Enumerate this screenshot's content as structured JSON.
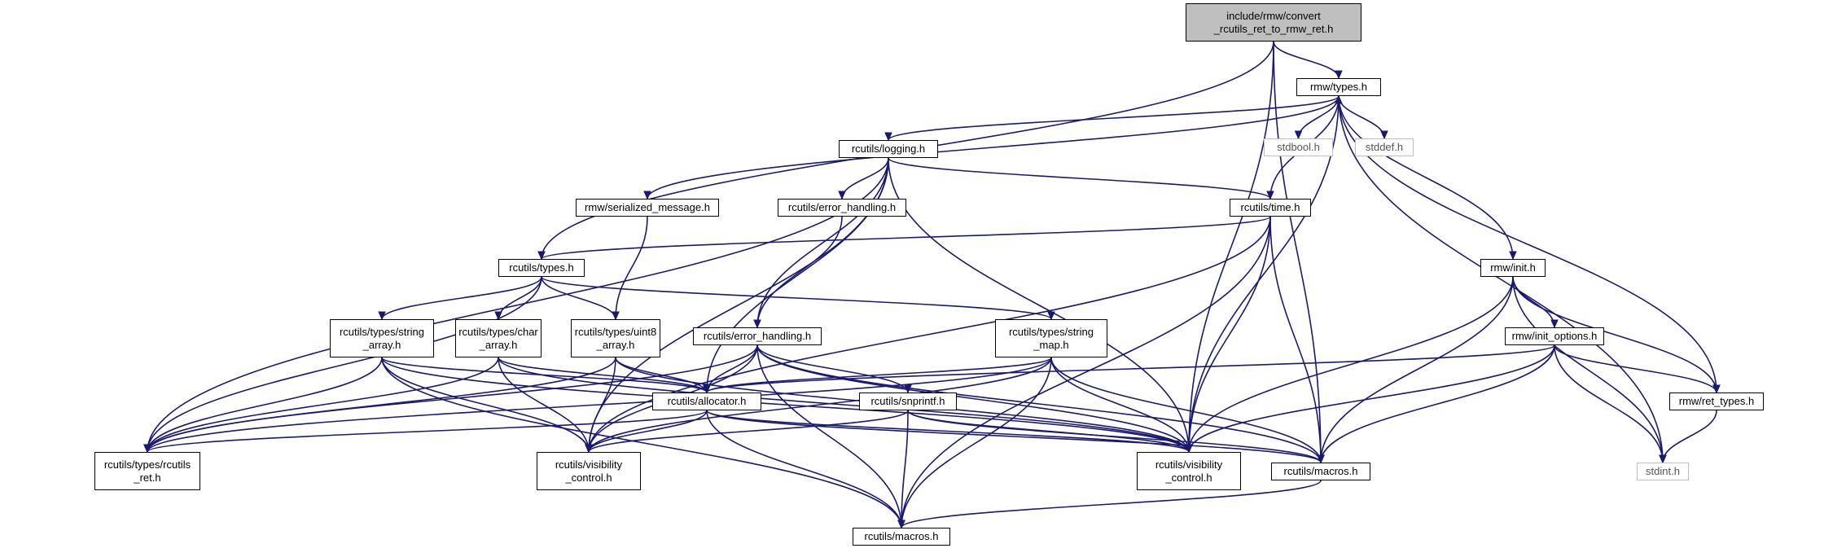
{
  "nodes": [
    {
      "id": "root",
      "label": "include/rmw/convert\n_rcutils_ret_to_rmw_ret.h",
      "kind": "root"
    },
    {
      "id": "rmw_types",
      "label": "rmw/types.h",
      "kind": "file"
    },
    {
      "id": "stdbool",
      "label": "stdbool.h",
      "kind": "external"
    },
    {
      "id": "stddef",
      "label": "stddef.h",
      "kind": "external"
    },
    {
      "id": "rcutils_logging",
      "label": "rcutils/logging.h",
      "kind": "file"
    },
    {
      "id": "rmw_serialized",
      "label": "rmw/serialized_message.h",
      "kind": "file"
    },
    {
      "id": "rcutils_eh1",
      "label": "rcutils/error_handling.h",
      "kind": "file"
    },
    {
      "id": "rcutils_time",
      "label": "rcutils/time.h",
      "kind": "file"
    },
    {
      "id": "rcutils_types",
      "label": "rcutils/types.h",
      "kind": "file"
    },
    {
      "id": "rmw_init",
      "label": "rmw/init.h",
      "kind": "file"
    },
    {
      "id": "string_array",
      "label": "rcutils/types/string\n_array.h",
      "kind": "file"
    },
    {
      "id": "char_array",
      "label": "rcutils/types/char\n_array.h",
      "kind": "file"
    },
    {
      "id": "uint8_array",
      "label": "rcutils/types/uint8\n_array.h",
      "kind": "file"
    },
    {
      "id": "rcutils_eh2",
      "label": "rcutils/error_handling.h",
      "kind": "file"
    },
    {
      "id": "string_map",
      "label": "rcutils/types/string\n_map.h",
      "kind": "file"
    },
    {
      "id": "init_options",
      "label": "rmw/init_options.h",
      "kind": "file"
    },
    {
      "id": "allocator",
      "label": "rcutils/allocator.h",
      "kind": "file"
    },
    {
      "id": "snprintf",
      "label": "rcutils/snprintf.h",
      "kind": "file"
    },
    {
      "id": "ret_types",
      "label": "rmw/ret_types.h",
      "kind": "file"
    },
    {
      "id": "rcutils_ret",
      "label": "rcutils/types/rcutils\n_ret.h",
      "kind": "file"
    },
    {
      "id": "vis1",
      "label": "rcutils/visibility\n_control.h",
      "kind": "file"
    },
    {
      "id": "vis2",
      "label": "rcutils/visibility\n_control.h",
      "kind": "file"
    },
    {
      "id": "macros_mid",
      "label": "rcutils/macros.h",
      "kind": "file"
    },
    {
      "id": "stdint",
      "label": "stdint.h",
      "kind": "external"
    },
    {
      "id": "macros_bot",
      "label": "rcutils/macros.h",
      "kind": "file"
    }
  ],
  "edges": [
    [
      "root",
      "rmw_types"
    ],
    [
      "root",
      "rcutils_types"
    ],
    [
      "root",
      "vis2"
    ],
    [
      "root",
      "macros_mid"
    ],
    [
      "rmw_types",
      "stdbool"
    ],
    [
      "rmw_types",
      "stddef"
    ],
    [
      "rmw_types",
      "rcutils_logging"
    ],
    [
      "rmw_types",
      "rmw_serialized"
    ],
    [
      "rmw_types",
      "rmw_init"
    ],
    [
      "rmw_types",
      "ret_types"
    ],
    [
      "rmw_types",
      "stdint"
    ],
    [
      "rmw_types",
      "vis2"
    ],
    [
      "rcutils_logging",
      "rcutils_eh1"
    ],
    [
      "rcutils_logging",
      "rcutils_time"
    ],
    [
      "rcutils_logging",
      "rcutils_eh2"
    ],
    [
      "rcutils_logging",
      "allocator"
    ],
    [
      "rcutils_logging",
      "rcutils_ret"
    ],
    [
      "rcutils_logging",
      "vis1"
    ],
    [
      "rcutils_logging",
      "vis2"
    ],
    [
      "rmw_serialized",
      "uint8_array"
    ],
    [
      "rcutils_eh1",
      "rcutils_eh2"
    ],
    [
      "rcutils_time",
      "rmw_types"
    ],
    [
      "rcutils_time",
      "rcutils_types"
    ],
    [
      "rcutils_time",
      "vis1"
    ],
    [
      "rcutils_time",
      "vis2"
    ],
    [
      "rcutils_time",
      "macros_mid"
    ],
    [
      "rcutils_time",
      "macros_bot"
    ],
    [
      "rcutils_types",
      "string_array"
    ],
    [
      "rcutils_types",
      "char_array"
    ],
    [
      "rcutils_types",
      "uint8_array"
    ],
    [
      "rcutils_types",
      "string_map"
    ],
    [
      "rcutils_types",
      "rcutils_ret"
    ],
    [
      "rmw_init",
      "init_options"
    ],
    [
      "rmw_init",
      "ret_types"
    ],
    [
      "rmw_init",
      "vis2"
    ],
    [
      "rmw_init",
      "macros_mid"
    ],
    [
      "rmw_init",
      "stdint"
    ],
    [
      "string_array",
      "allocator"
    ],
    [
      "string_array",
      "rcutils_ret"
    ],
    [
      "string_array",
      "vis1"
    ],
    [
      "string_array",
      "vis2"
    ],
    [
      "string_array",
      "macros_bot"
    ],
    [
      "char_array",
      "allocator"
    ],
    [
      "char_array",
      "rcutils_ret"
    ],
    [
      "char_array",
      "vis1"
    ],
    [
      "char_array",
      "vis2"
    ],
    [
      "uint8_array",
      "allocator"
    ],
    [
      "uint8_array",
      "rcutils_ret"
    ],
    [
      "uint8_array",
      "vis1"
    ],
    [
      "uint8_array",
      "vis2"
    ],
    [
      "rcutils_eh2",
      "allocator"
    ],
    [
      "rcutils_eh2",
      "snprintf"
    ],
    [
      "rcutils_eh2",
      "rcutils_ret"
    ],
    [
      "rcutils_eh2",
      "vis1"
    ],
    [
      "rcutils_eh2",
      "vis2"
    ],
    [
      "rcutils_eh2",
      "macros_mid"
    ],
    [
      "rcutils_eh2",
      "macros_bot"
    ],
    [
      "string_map",
      "allocator"
    ],
    [
      "string_map",
      "rcutils_ret"
    ],
    [
      "string_map",
      "vis1"
    ],
    [
      "string_map",
      "vis2"
    ],
    [
      "string_map",
      "macros_mid"
    ],
    [
      "string_map",
      "macros_bot"
    ],
    [
      "init_options",
      "allocator"
    ],
    [
      "init_options",
      "ret_types"
    ],
    [
      "init_options",
      "vis2"
    ],
    [
      "init_options",
      "macros_mid"
    ],
    [
      "init_options",
      "stdint"
    ],
    [
      "allocator",
      "rcutils_ret"
    ],
    [
      "allocator",
      "vis1"
    ],
    [
      "allocator",
      "vis2"
    ],
    [
      "allocator",
      "macros_mid"
    ],
    [
      "allocator",
      "macros_bot"
    ],
    [
      "snprintf",
      "vis1"
    ],
    [
      "snprintf",
      "vis2"
    ],
    [
      "snprintf",
      "macros_mid"
    ],
    [
      "snprintf",
      "macros_bot"
    ],
    [
      "ret_types",
      "stdint"
    ],
    [
      "macros_mid",
      "macros_bot"
    ]
  ]
}
